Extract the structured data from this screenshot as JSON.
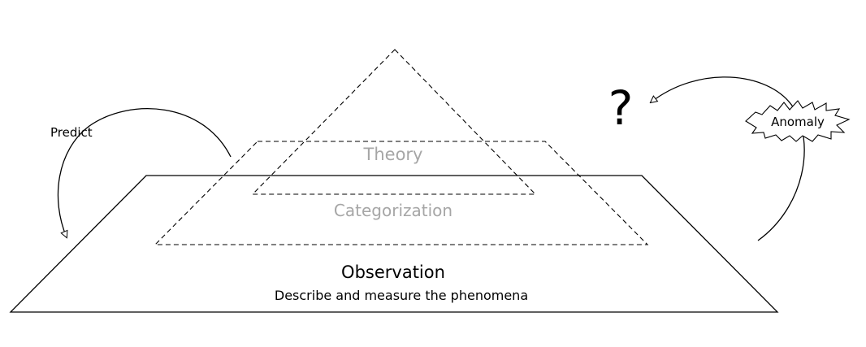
{
  "labels": {
    "theory": "Theory",
    "categorization": "Categorization",
    "observation": "Observation",
    "observation_subtitle": "Describe and measure the phenomena",
    "predict": "Predict",
    "anomaly": "Anomaly",
    "question_mark": "?"
  },
  "colors": {
    "line": "#000000",
    "muted_label": "#a6a6a6",
    "background": "#ffffff"
  }
}
